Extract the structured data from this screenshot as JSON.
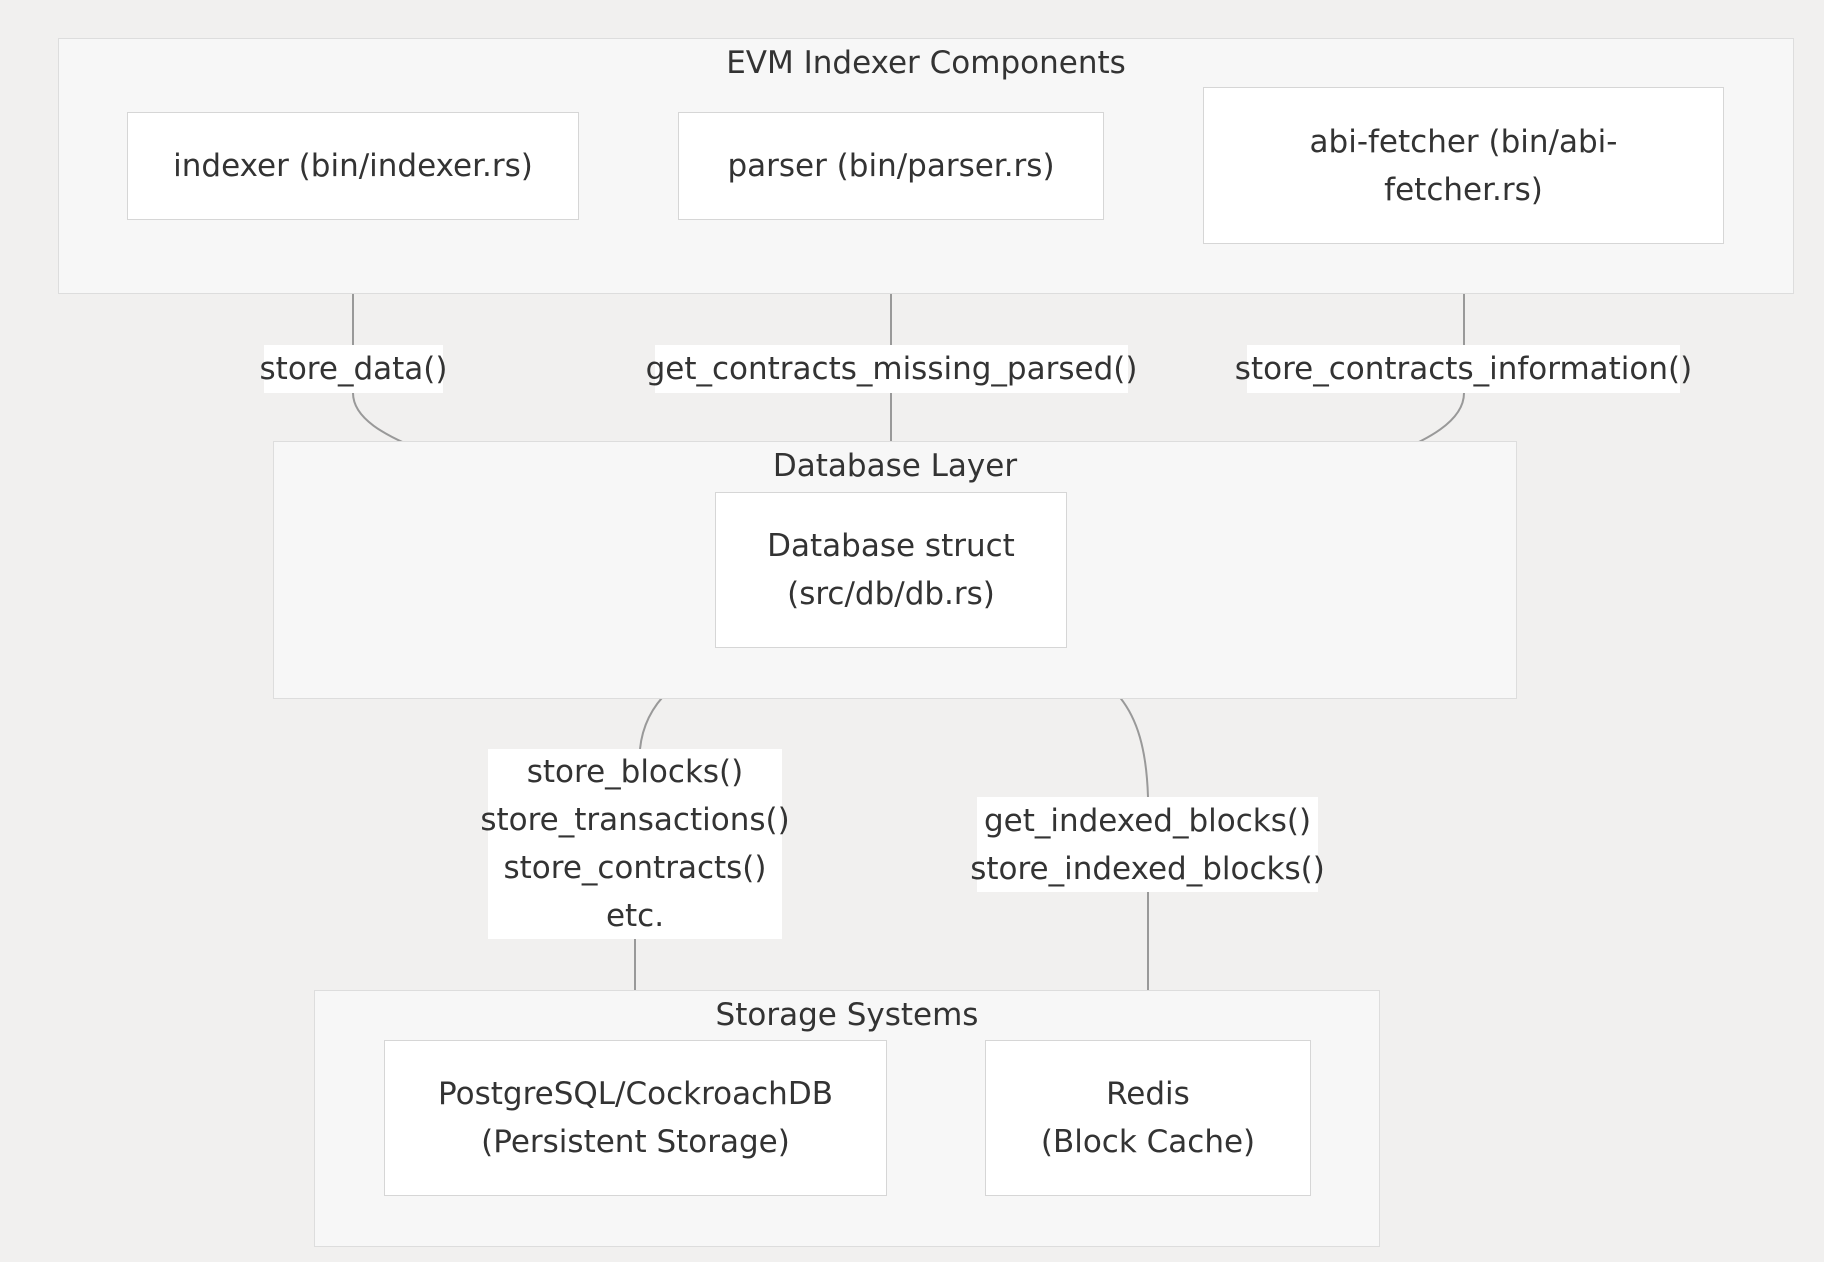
{
  "colors": {
    "background": "#f1f0ef",
    "cluster_fill": "#f7f7f7",
    "cluster_border": "#dddddd",
    "node_fill": "#ffffff",
    "node_border": "#d6d6d6",
    "edge": "#999999",
    "text": "#333333"
  },
  "clusters": {
    "components": {
      "title": "EVM Indexer Components"
    },
    "database": {
      "title": "Database Layer"
    },
    "storage": {
      "title": "Storage Systems"
    }
  },
  "nodes": {
    "indexer": {
      "lines": [
        "indexer (bin/indexer.rs)"
      ]
    },
    "parser": {
      "lines": [
        "parser (bin/parser.rs)"
      ]
    },
    "abi_fetcher": {
      "lines": [
        "abi-fetcher (bin/abi-",
        "fetcher.rs)"
      ]
    },
    "database_struct": {
      "lines": [
        "Database struct",
        "(src/db/db.rs)"
      ]
    },
    "postgres": {
      "lines": [
        "PostgreSQL/CockroachDB",
        "(Persistent Storage)"
      ]
    },
    "redis": {
      "lines": [
        "Redis",
        "(Block Cache)"
      ]
    }
  },
  "edges": {
    "indexer_to_db": {
      "lines": [
        "store_data()"
      ]
    },
    "parser_to_db": {
      "lines": [
        "get_contracts_missing_parsed()"
      ]
    },
    "abi_to_db": {
      "lines": [
        "store_contracts_information()"
      ]
    },
    "db_to_postgres": {
      "lines": [
        "store_blocks()",
        "store_transactions()",
        "store_contracts()",
        "etc."
      ]
    },
    "db_to_redis": {
      "lines": [
        "get_indexed_blocks()",
        "store_indexed_blocks()"
      ]
    }
  }
}
